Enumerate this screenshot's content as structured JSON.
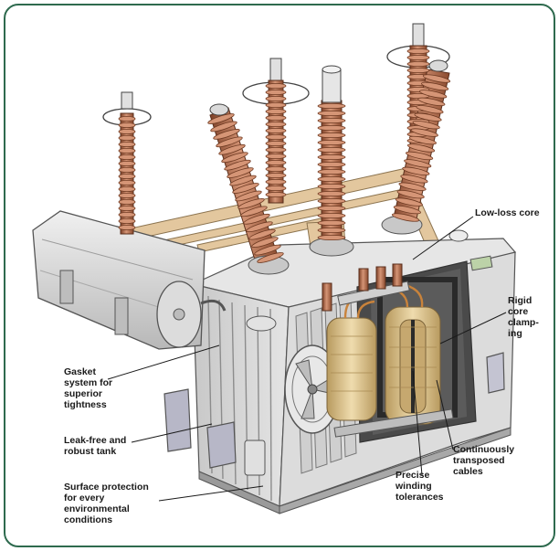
{
  "diagram": {
    "colors": {
      "frame": "#2e6a4e",
      "tank": "#d9d9d9",
      "tank_dark": "#a9a9a9",
      "insulator": "#a65f3e",
      "insulator_light": "#d59576",
      "frame_bar": "#e3c79e",
      "winding": "#d8c394",
      "core_dark": "#3a3a3a"
    },
    "labels": {
      "low_loss_core": "Low-loss core",
      "rigid_core_clamping": "Rigid\ncore\nclamp-\ning",
      "gasket_system": "Gasket\nsystem for\nsuperior\ntightness",
      "leak_free_tank": "Leak-free and\nrobust tank",
      "surface_protection": "Surface protection\nfor every\nenvironmental\nconditions",
      "continuously_transposed": "Continuously\ntransposed\ncables",
      "precise_winding": "Precise\nwinding\ntolerances"
    }
  }
}
